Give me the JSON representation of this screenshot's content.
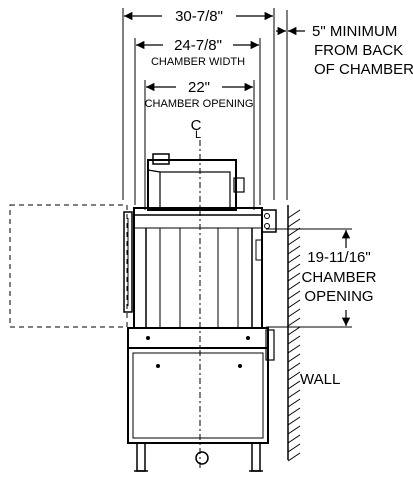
{
  "dimensions": {
    "overall_width": "30-7/8\"",
    "chamber_width_value": "24-7/8\"",
    "chamber_width_label": "CHAMBER WIDTH",
    "opening_width_value": "22\"",
    "opening_width_label": "CHAMBER OPENING",
    "rear_clearance": [
      "5\" MINIMUM",
      "FROM BACK",
      "OF CHAMBER"
    ],
    "opening_height_value": "19-11/16\"",
    "opening_height_label": [
      "CHAMBER",
      "OPENING"
    ]
  },
  "centerline_symbol": "CL",
  "wall_label": "WALL"
}
